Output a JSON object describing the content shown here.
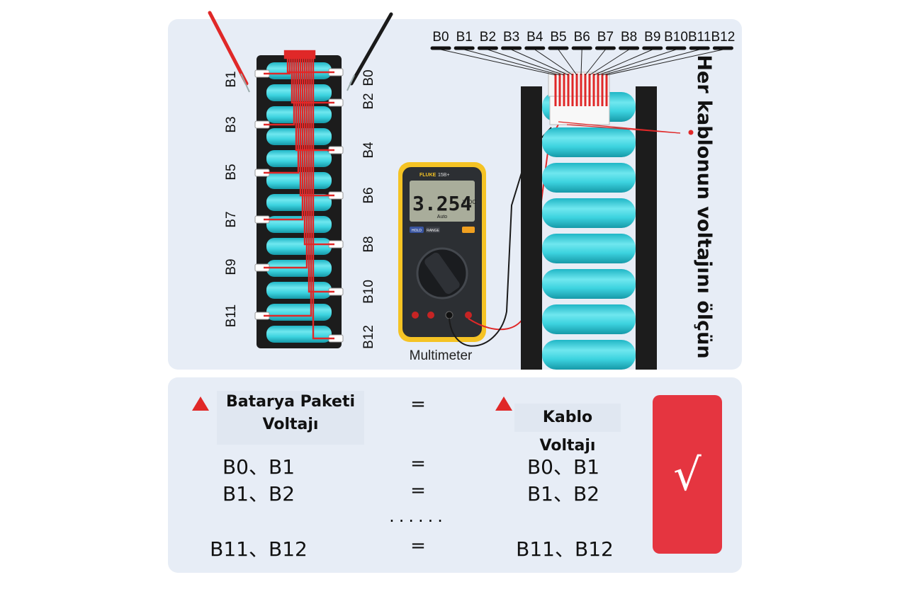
{
  "left_pack": {
    "left_labels": [
      "B1",
      "B3",
      "B5",
      "B7",
      "B9",
      "B11"
    ],
    "right_labels": [
      "B0",
      "B2",
      "B4",
      "B6",
      "B8",
      "B10",
      "B12"
    ]
  },
  "multimeter": {
    "brand": "FLUKE",
    "model": "15B+",
    "display_value": "3.254",
    "display_unit": "V DC",
    "range_text": "Auto",
    "hold_label": "HOLD",
    "range_label": "RANGE",
    "caption": "Multimeter"
  },
  "connector": {
    "labels": [
      "B0",
      "B1",
      "B2",
      "B3",
      "B4",
      "B5",
      "B6",
      "B7",
      "B8",
      "B9",
      "B10",
      "B11",
      "B12"
    ]
  },
  "side_note": "Her kablonun voltajını ölçün",
  "comparison": {
    "left_header_line1": "Batarya Paketi",
    "left_header_line2": "Voltajı",
    "right_header": "Kablo Voltajı",
    "equals": "=",
    "rows": [
      {
        "left": "B0、B1",
        "right": "B0、B1"
      },
      {
        "left": "B1、B2",
        "right": "B1、B2"
      },
      {
        "left": "B11、B12",
        "right": "B11、B12"
      }
    ],
    "ellipsis": "......",
    "check": "√"
  },
  "colors": {
    "panel": "#e7edf6",
    "cell": "#3ccfdc",
    "wire": "#e02828",
    "accent": "#e53540",
    "meter_yellow": "#f5c324"
  }
}
